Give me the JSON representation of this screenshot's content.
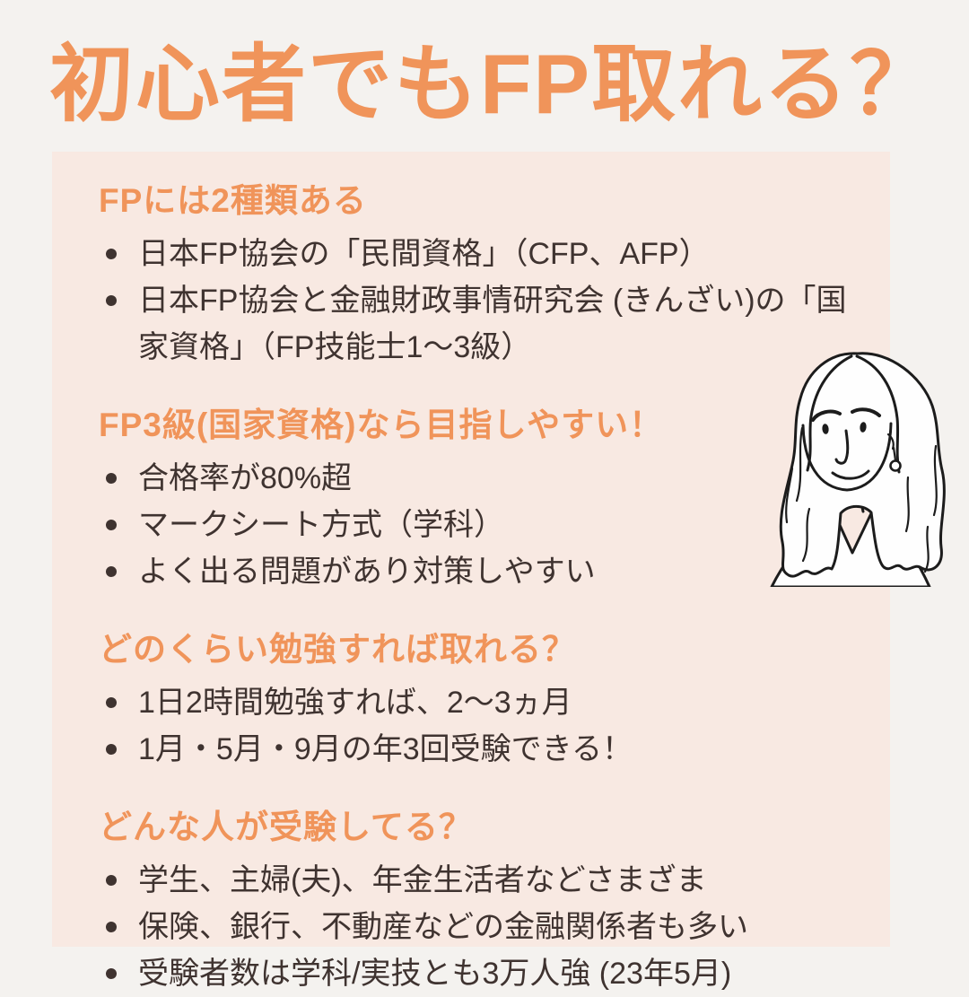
{
  "page": {
    "title": "初心者でもFP取れる？",
    "colors": {
      "background": "#F4F2EF",
      "panel": "#F8E9E2",
      "accent": "#F0945A",
      "text": "#3F3330",
      "line": "#1C1C1C"
    }
  },
  "sections": [
    {
      "heading": "FPには2種類ある",
      "bullets": [
        "日本FP協会の「民間資格」（CFP、AFP）",
        "日本FP協会と金融財政事情研究会 (きんざい)の「国家資格」（FP技能士1〜3級）"
      ]
    },
    {
      "heading": "FP3級(国家資格)なら目指しやすい！",
      "bullets": [
        "合格率が80%超",
        "マークシート方式（学科）",
        "よく出る問題があり対策しやすい"
      ]
    },
    {
      "heading": "どのくらい勉強すれば取れる？",
      "bullets": [
        "1日2時間勉強すれば、2〜3ヵ月",
        "1月・5月・9月の年3回受験できる！"
      ]
    },
    {
      "heading": "どんな人が受験してる？",
      "bullets": [
        "学生、主婦(夫)、年金生活者などさまざま",
        "保険、銀行、不動産などの金融関係者も多い",
        "受験者数は学科/実技とも3万人強 (23年5月)"
      ]
    }
  ],
  "illustration": {
    "name": "woman-line-art-portrait"
  }
}
